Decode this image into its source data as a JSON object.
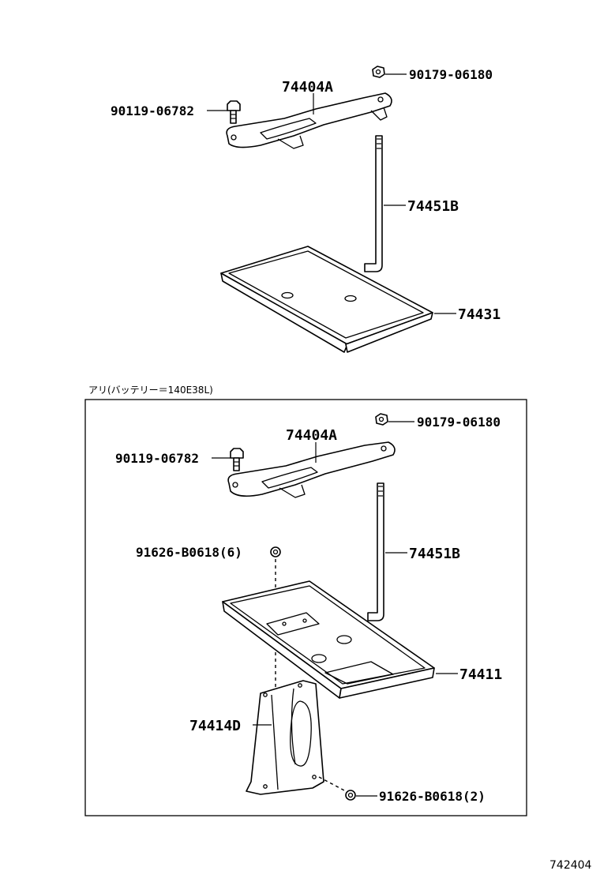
{
  "upper": {
    "callouts": {
      "nut": "90179-06180",
      "clamp": "74404A",
      "bolt": "90119-06782",
      "rod": "74451B",
      "tray": "74431"
    }
  },
  "lower": {
    "note": "アリ(バッテリー＝140E38L)",
    "callouts": {
      "nut": "90179-06180",
      "clamp": "74404A",
      "bolt": "90119-06782",
      "nut_six": "91626-B0618(6)",
      "rod": "74451B",
      "tray": "74411",
      "bracket": "74414D",
      "nut_two": "91626-B0618(2)"
    }
  },
  "figure_number": "742404"
}
